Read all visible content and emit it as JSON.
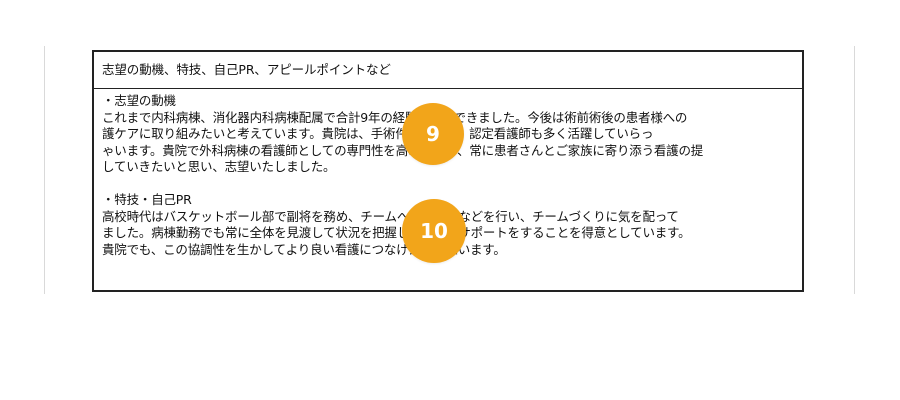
{
  "form": {
    "header": "志望の動機、特技、自己PR、アピールポイントなど",
    "motivation": {
      "heading": "・志望の動機",
      "lines": [
        " これまで内科病棟、消化器内科病棟配属で合計9年の経験を積んできました。今後は術前術後の患者様への",
        "護ケアに取り組みたいと考えています。貴院は、手術件数が多く、認定看護師も多く活躍していらっ",
        "ゃいます。貴院で外科病棟の看護師としての専門性を高めながら、常に患者さんとご家族に寄り添う看護の提",
        "していきたいと思い、志望いたしました。"
      ]
    },
    "skills": {
      "heading": "・特技・自己PR",
      "lines": [
        " 高校時代はバスケットボール部で副将を務め、チームへの声掛けなどを行い、チームづくりに気を配って",
        "ました。病棟勤務でも常に全体を見渡して状況を把握し、必要なサポートをすることを得意としています。",
        " 貴院でも、この協調性を生かしてより良い看護につなげたいと思います。"
      ]
    }
  },
  "badges": {
    "nine": "9",
    "ten": "10",
    "color": "#f2a51a"
  }
}
